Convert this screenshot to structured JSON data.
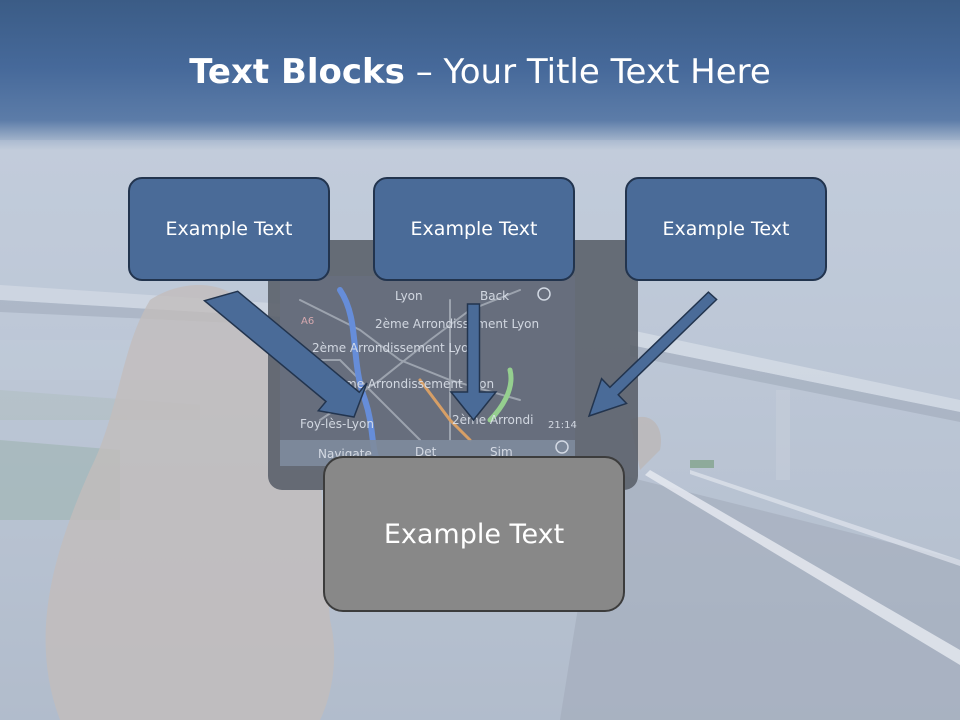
{
  "title": {
    "bold": "Text Blocks",
    "rest": " – Your Title Text Here"
  },
  "blocks": {
    "top_left": "Example Text",
    "top_center": "Example Text",
    "top_right": "Example Text",
    "bottom": "Example Text"
  },
  "gps_screen": {
    "labels": [
      "Lyon",
      "Back",
      "2ème Arrondissement Lyon",
      "2ème Arrondissement Lyon",
      "2ème Arrondissement Lyon",
      "Foy-lès-Lyon",
      "2ème Arrondi",
      "21:14",
      "Navigate",
      "Det",
      "Sim",
      "A6"
    ]
  },
  "colors": {
    "blue_box": "#4a6b98",
    "grey_box": "#888888",
    "arrow": "#4a6b98",
    "title_band": "#3b5c86"
  }
}
